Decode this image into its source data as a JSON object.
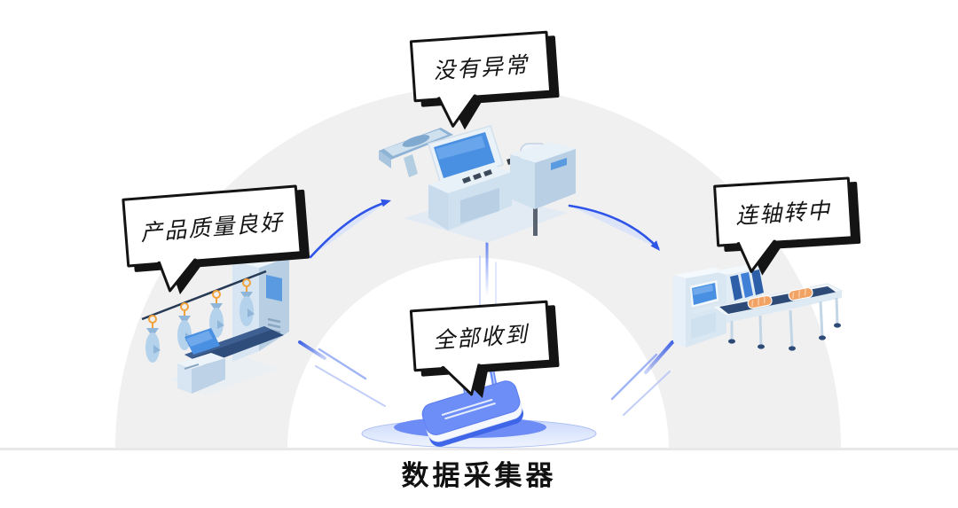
{
  "title": "数据采集器",
  "bubbles": {
    "top": "没有异常",
    "left": "产品质量良好",
    "right": "连轴转中",
    "center": "全部收到"
  },
  "illustrations": {
    "left_machine": "fish-hanging-line-machine",
    "center_machine": "fish-processing-machine",
    "right_machine": "conveyor-inspection-machine",
    "collector": "wifi-router-data-collector"
  },
  "colors": {
    "arch_gray": "#f0f0f1",
    "divider": "#e8e8ea",
    "arrow_blue": "#2f54e8",
    "arrow_fill": "#dce4fa",
    "router_blue": "#6d8ef7",
    "machine_light": "#d8e6f3",
    "machine_navy": "#2e4b78",
    "salmon_orange": "#f2a265",
    "ink": "#141414"
  }
}
